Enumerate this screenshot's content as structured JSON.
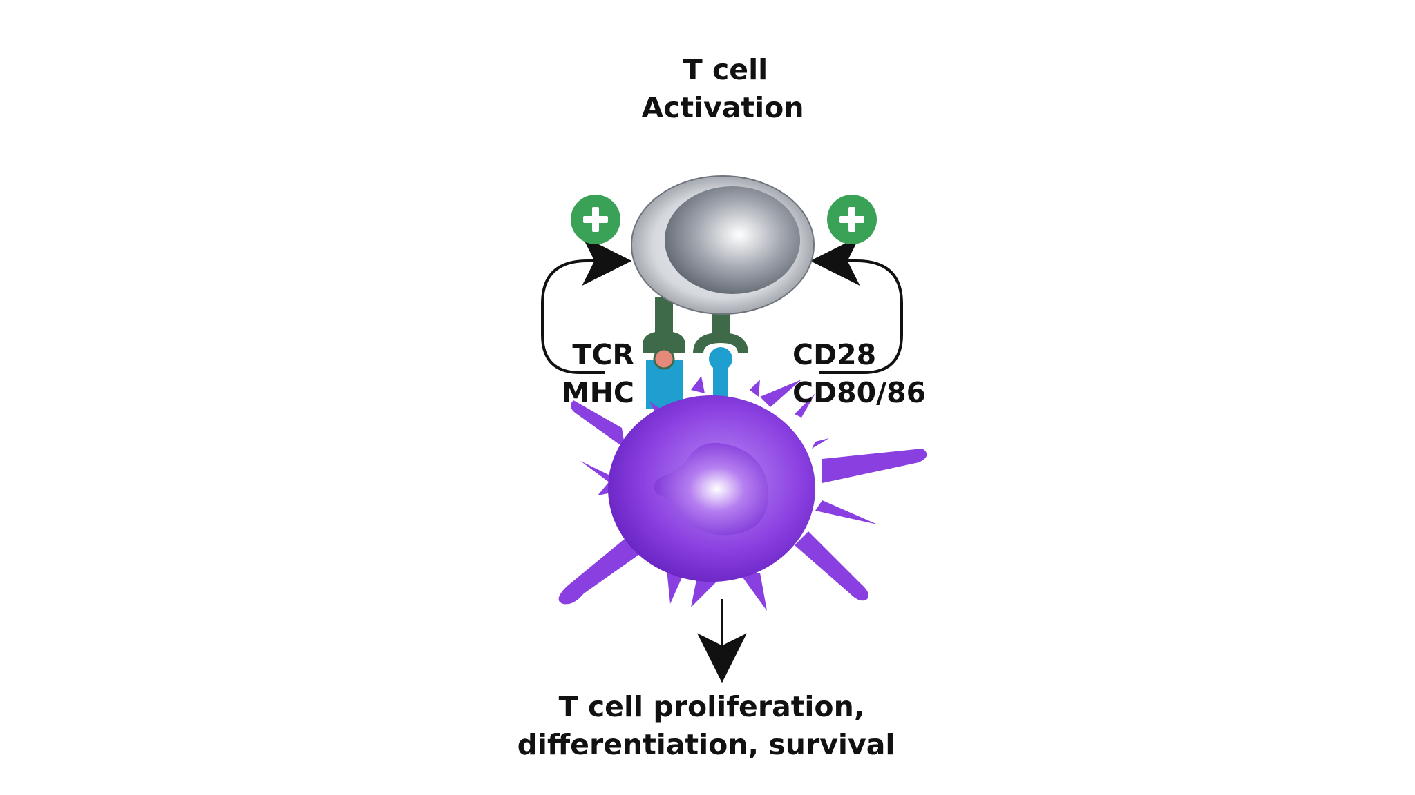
{
  "title": {
    "line1": "T cell",
    "line2": "Activation"
  },
  "receptors": {
    "left_top": "TCR",
    "left_bottom": "MHC",
    "right_top": "CD28",
    "right_bottom": "CD80/86"
  },
  "signal": {
    "plus_left": "+",
    "plus_right": "+"
  },
  "outcome": {
    "line1": "T cell proliferation,",
    "line2": "differentiation, survival"
  },
  "colors": {
    "t_cell": "#c9ccd3",
    "t_cell_nucleus": "#8e939c",
    "dendritic_cell": "#8a3fe0",
    "receptor_stalk": "#3f6a4a",
    "mhc": "#1f9fd0",
    "peptide": "#e58a7a",
    "plus_badge": "#3aa257",
    "arrow": "#111111"
  },
  "icons": {
    "plus": "plus-circle-icon"
  }
}
